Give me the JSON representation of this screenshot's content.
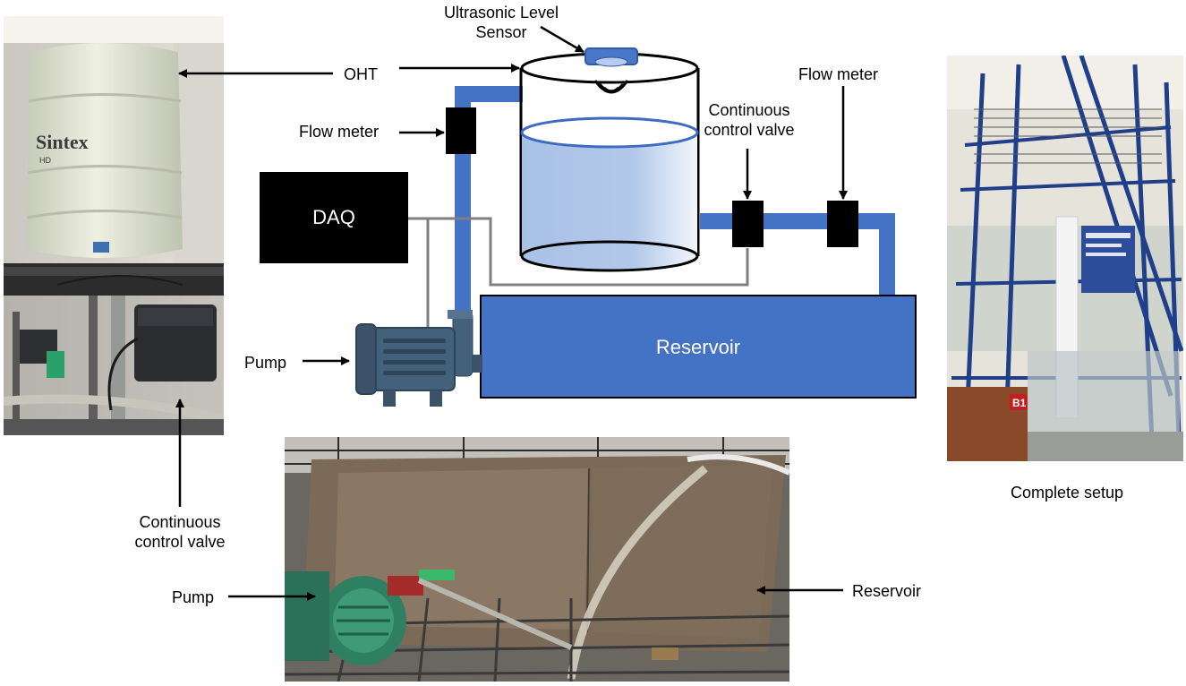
{
  "labels": {
    "ultrasonic_sensor_line1": "Ultrasonic Level",
    "ultrasonic_sensor_line2": "Sensor",
    "oht": "OHT",
    "flow_meter_left": "Flow meter",
    "flow_meter_right": "Flow meter",
    "control_valve_top_line1": "Continuous",
    "control_valve_top_line2": "control valve",
    "daq": "DAQ",
    "reservoir_box": "Reservoir",
    "pump_diagram": "Pump",
    "control_valve_bottom_line1": "Continuous",
    "control_valve_bottom_line2": "control valve",
    "pump_photo": "Pump",
    "reservoir_photo": "Reservoir",
    "complete_setup": "Complete setup"
  },
  "photo_texts": {
    "tank_brand": "Sintex",
    "tank_model": "HD",
    "setup_tag": "B1"
  },
  "colors": {
    "pipe_blue": "#4472c4",
    "reservoir_blue": "#4472c4",
    "daq_black": "#000000",
    "water_fill": "#aac3e6",
    "signal_gray": "#808080",
    "pump_body": "#44617b",
    "sensor_blue": "#4a78c8"
  }
}
